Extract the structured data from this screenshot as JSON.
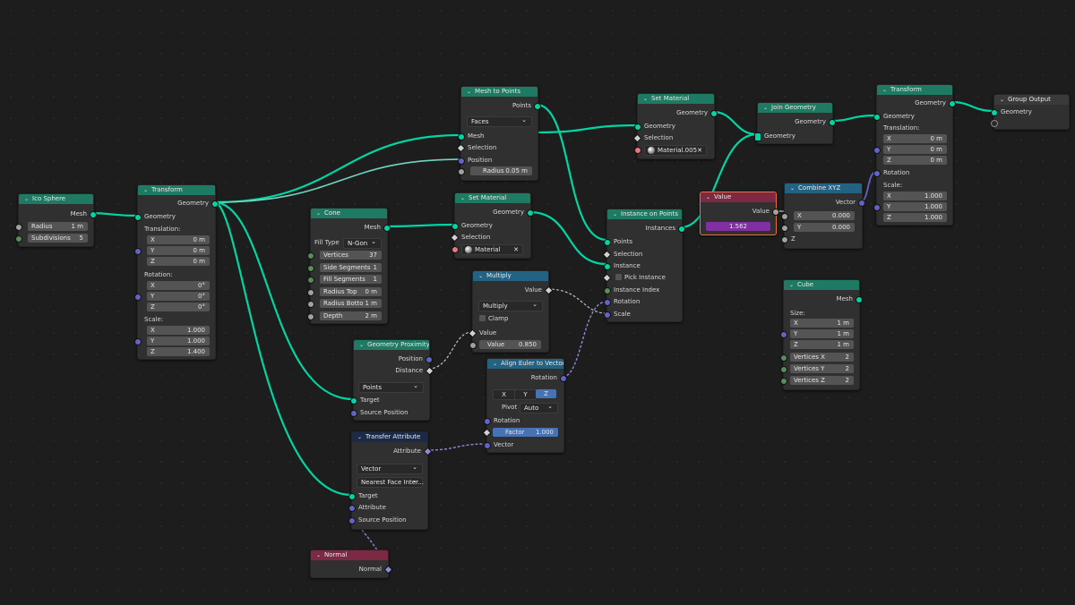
{
  "ico_sphere": {
    "title": "Ico Sphere",
    "out_mesh": "Mesh",
    "radius_label": "Radius",
    "radius_value": "1 m",
    "subdiv_label": "Subdivisions",
    "subdiv_value": "5"
  },
  "transform1": {
    "title": "Transform",
    "out_geometry": "Geometry",
    "in_geometry": "Geometry",
    "translation_label": "Translation:",
    "tx": "0 m",
    "ty": "0 m",
    "tz": "0 m",
    "rotation_label": "Rotation:",
    "rx": "0°",
    "ry": "0°",
    "rz": "0°",
    "scale_label": "Scale:",
    "sx": "1.000",
    "sy": "1.000",
    "sz": "1.400",
    "x": "X",
    "y": "Y",
    "z": "Z"
  },
  "mesh_to_points": {
    "title": "Mesh to Points",
    "out_points": "Points",
    "mode": "Faces",
    "in_mesh": "Mesh",
    "in_selection": "Selection",
    "in_position": "Position",
    "radius_label": "Radius",
    "radius_value": "0.05 m"
  },
  "set_material1": {
    "title": "Set Material",
    "out_geometry": "Geometry",
    "in_geometry": "Geometry",
    "in_selection": "Selection",
    "material": "Material.005"
  },
  "join_geometry": {
    "title": "Join Geometry",
    "out_geometry": "Geometry",
    "in_geometry": "Geometry"
  },
  "transform2": {
    "title": "Transform",
    "out_geometry": "Geometry",
    "in_geometry": "Geometry",
    "translation_label": "Translation:",
    "tx": "0 m",
    "ty": "0 m",
    "tz": "0 m",
    "rotation_label": "Rotation",
    "scale_label": "Scale:",
    "sx": "1.000",
    "sy": "1.000",
    "sz": "1.000",
    "x": "X",
    "y": "Y",
    "z": "Z"
  },
  "group_output": {
    "title": "Group Output",
    "in_geometry": "Geometry"
  },
  "value_node": {
    "title": "Value",
    "out_value": "Value",
    "value": "1.562"
  },
  "combine_xyz": {
    "title": "Combine XYZ",
    "out_vector": "Vector",
    "x_label": "X",
    "x_value": "0.000",
    "y_label": "Y",
    "y_value": "0.000",
    "z_label": "Z"
  },
  "cone": {
    "title": "Cone",
    "out_mesh": "Mesh",
    "fill_type_label": "Fill Type",
    "fill_type": "N-Gon",
    "vertices_label": "Vertices",
    "vertices": "37",
    "side_seg_label": "Side Segments",
    "side_seg": "1",
    "fill_seg_label": "Fill Segments",
    "fill_seg": "1",
    "radius_top_label": "Radius Top",
    "radius_top": "0 m",
    "radius_bottom_label": "Radius Botto",
    "radius_bottom": "1 m",
    "depth_label": "Depth",
    "depth": "2 m"
  },
  "set_material2": {
    "title": "Set Material",
    "out_geometry": "Geometry",
    "in_geometry": "Geometry",
    "in_selection": "Selection",
    "material": "Material"
  },
  "instance_on_points": {
    "title": "Instance on Points",
    "out_instances": "Instances",
    "in_points": "Points",
    "in_selection": "Selection",
    "in_instance": "Instance",
    "pick_instance": "Pick Instance",
    "in_instance_index": "Instance Index",
    "in_rotation": "Rotation",
    "in_scale": "Scale"
  },
  "multiply": {
    "title": "Multiply",
    "out_value": "Value",
    "operation": "Multiply",
    "clamp": "Clamp",
    "in_value": "Value",
    "value_label": "Value",
    "value": "0.850"
  },
  "geometry_proximity": {
    "title": "Geometry Proximity",
    "out_position": "Position",
    "out_distance": "Distance",
    "mode": "Points",
    "in_target": "Target",
    "in_source_position": "Source Position"
  },
  "align_euler": {
    "title": "Align Euler to Vector",
    "out_rotation": "Rotation",
    "axis_x": "X",
    "axis_y": "Y",
    "axis_z": "Z",
    "pivot_label": "Pivot",
    "pivot": "Auto",
    "in_rotation": "Rotation",
    "factor_label": "Factor",
    "factor": "1.000",
    "in_vector": "Vector"
  },
  "transfer_attribute": {
    "title": "Transfer Attribute",
    "out_attribute": "Attribute",
    "data_type": "Vector",
    "mapping": "Nearest Face Inter...",
    "in_target": "Target",
    "in_attribute": "Attribute",
    "in_source_position": "Source Position"
  },
  "normal": {
    "title": "Normal",
    "out_normal": "Normal"
  },
  "cube": {
    "title": "Cube",
    "out_mesh": "Mesh",
    "size_label": "Size:",
    "sx": "1 m",
    "sy": "1 m",
    "sz": "1 m",
    "x": "X",
    "y": "Y",
    "z": "Z",
    "vx_label": "Vertices X",
    "vx": "2",
    "vy_label": "Vertices Y",
    "vy": "2",
    "vz_label": "Vertices Z",
    "vz": "2"
  },
  "colors": {
    "geometry_wire": "#00d6a3",
    "vector_wire": "#6363c7",
    "float_wire": "#a1a1a1",
    "geometry_header": "#1e7a62",
    "input_header": "#7d2944",
    "converter_header": "#246283",
    "attribute_header": "#1c2a4a",
    "selected_outline": "#e8733a"
  }
}
